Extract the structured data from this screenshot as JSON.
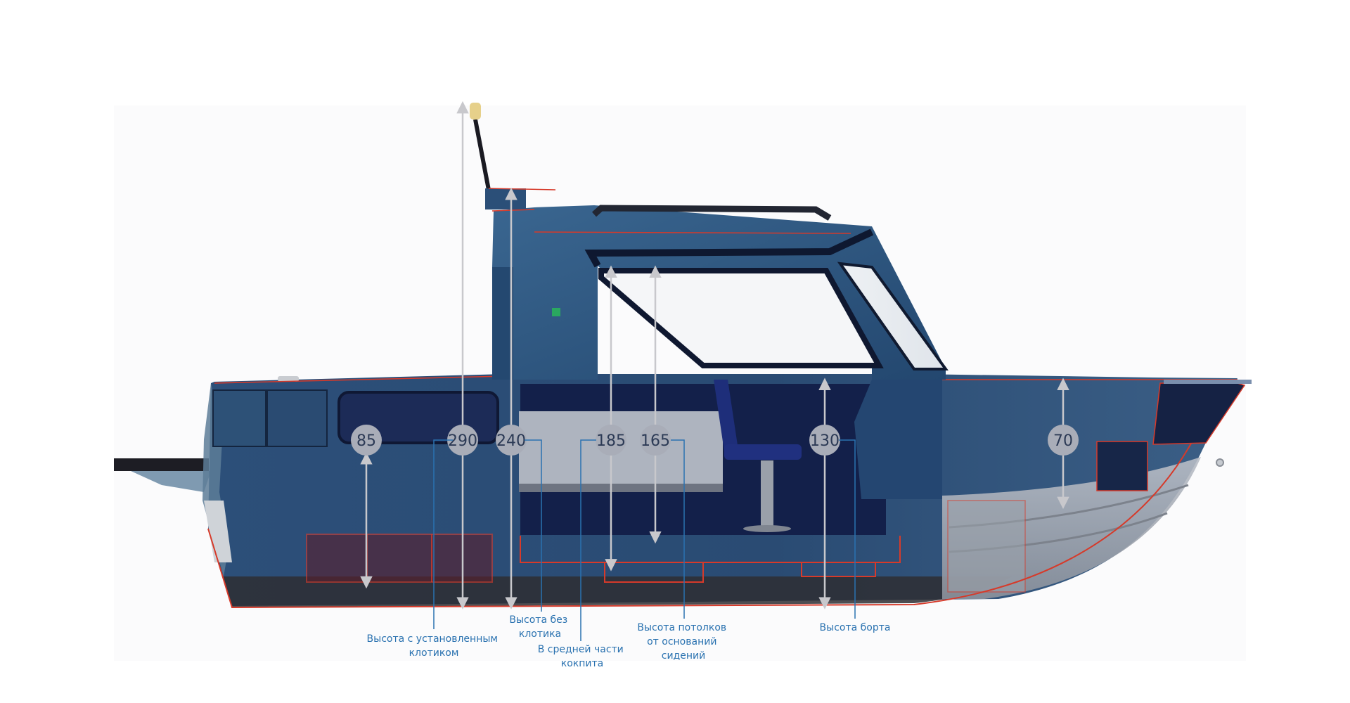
{
  "colors": {
    "hull_blue": "#2a4e78",
    "cabin_blue": "#2d5680",
    "interior_dark": "#15224a",
    "outline_red": "#d63a2a",
    "badge_gray": "#a9adb8",
    "caption_blue": "#2a72b0",
    "arrow_gray": "#c8c8cc"
  },
  "dimensions": [
    {
      "id": "d85",
      "value": "85",
      "top_cm": 87,
      "bottom_cm": 12
    },
    {
      "id": "d290",
      "value": "290",
      "top_cm": 290,
      "bottom_cm": 0
    },
    {
      "id": "d240",
      "value": "240",
      "top_cm": 240,
      "bottom_cm": 0
    },
    {
      "id": "d185",
      "value": "185",
      "top_cm": 195,
      "bottom_cm": 22
    },
    {
      "id": "d165",
      "value": "165",
      "top_cm": 195,
      "bottom_cm": 38
    },
    {
      "id": "d130",
      "value": "130",
      "top_cm": 130,
      "bottom_cm": 0
    },
    {
      "id": "d70",
      "value": "70",
      "top_cm": 130,
      "bottom_cm": 58
    }
  ],
  "captions": {
    "with_light": [
      "Высота с установленным",
      "клотиком"
    ],
    "without_light": [
      "Высота без",
      "клотика"
    ],
    "mid_cockpit": [
      "В средней части",
      "кокпита"
    ],
    "ceiling": [
      "Высота потолков",
      "от оснований",
      "сидений"
    ],
    "board": [
      "Высота борта"
    ]
  }
}
